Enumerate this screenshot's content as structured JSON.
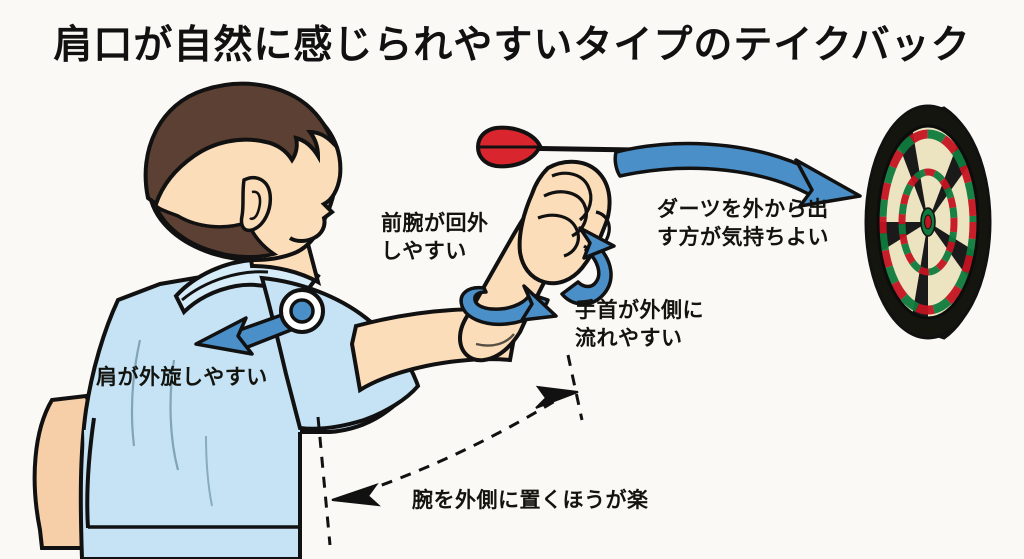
{
  "page": {
    "title": "肩口が自然に感じられやすいタイプのテイクバック",
    "background_color": "#fbf9f5",
    "text_color": "#14140f"
  },
  "illustration": {
    "subject": "darts-player-back-view",
    "shirt_color": "#c5e3f5",
    "skin_color": "#f6cfa8",
    "hair_color": "#5c4033",
    "outline_color": "#111111"
  },
  "annotations": {
    "forearm": {
      "label": "前腕が回外\nしやすい",
      "marker": "curved-rotation-arrow",
      "color": "#4a8fc7"
    },
    "wrist": {
      "label": "手首が外側に\n流れやすい",
      "marker": "wrap-arrow",
      "color": "#4a8fc7"
    },
    "dart_path": {
      "label": "ダーツを外から出\nす方が気持ちよい",
      "marker": "curved-trajectory-arrow",
      "color": "#4a8fc7"
    },
    "shoulder": {
      "label": "肩が外旋しやすい",
      "marker": "joint-dot-arrow",
      "color": "#4a8fc7"
    },
    "arm_placement": {
      "label": "腕を外側に置くほうが楽",
      "marker": "dashed-double-arrow",
      "color": "#111111"
    }
  },
  "dartboard": {
    "name": "dartboard",
    "ring_color": "#c41422",
    "ring_color_alt": "#0f7a3c",
    "segment_light": "#ece3c0",
    "segment_dark": "#1a1a1a",
    "frame_color": "#15150f",
    "bull_color": "#c41422"
  },
  "dart": {
    "name": "dart",
    "flight_color": "#d9262e",
    "shaft_color": "#111111"
  }
}
